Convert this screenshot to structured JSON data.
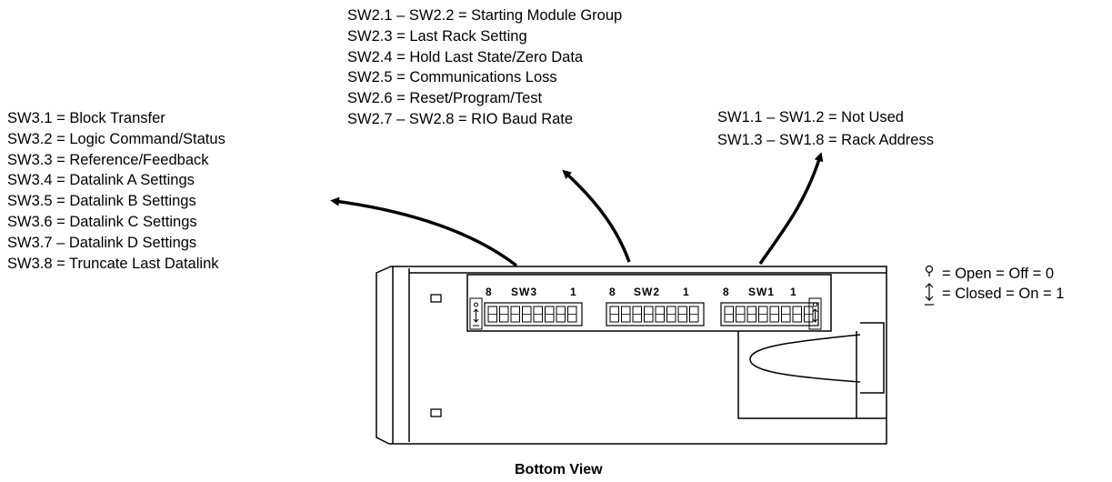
{
  "sw3_labels": [
    "SW3.1 = Block Transfer",
    "SW3.2 = Logic Command/Status",
    "SW3.3 = Reference/Feedback",
    "SW3.4 = Datalink A Settings",
    "SW3.5 = Datalink B Settings",
    "SW3.6 = Datalink C Settings",
    "SW3.7 – Datalink D Settings",
    "SW3.8 = Truncate Last Datalink"
  ],
  "sw2_labels": [
    "SW2.1 – SW2.2 = Starting Module Group",
    "SW2.3 = Last Rack Setting",
    "SW2.4 = Hold Last State/Zero Data",
    "SW2.5 = Communications Loss",
    "SW2.6 = Reset/Program/Test",
    "SW2.7 – SW2.8 = RIO Baud Rate"
  ],
  "sw1_labels": [
    "SW1.1 – SW1.2 = Not Used",
    "SW1.3 – SW1.8 = Rack Address"
  ],
  "switch_banks": [
    {
      "name": "SW3",
      "left_num": "8",
      "right_num": "1"
    },
    {
      "name": "SW2",
      "left_num": "8",
      "right_num": "1"
    },
    {
      "name": "SW1",
      "left_num": "8",
      "right_num": "1"
    }
  ],
  "legend": {
    "open": "= Open = Off = 0",
    "closed": "= Closed = On = 1"
  },
  "caption": "Bottom View"
}
